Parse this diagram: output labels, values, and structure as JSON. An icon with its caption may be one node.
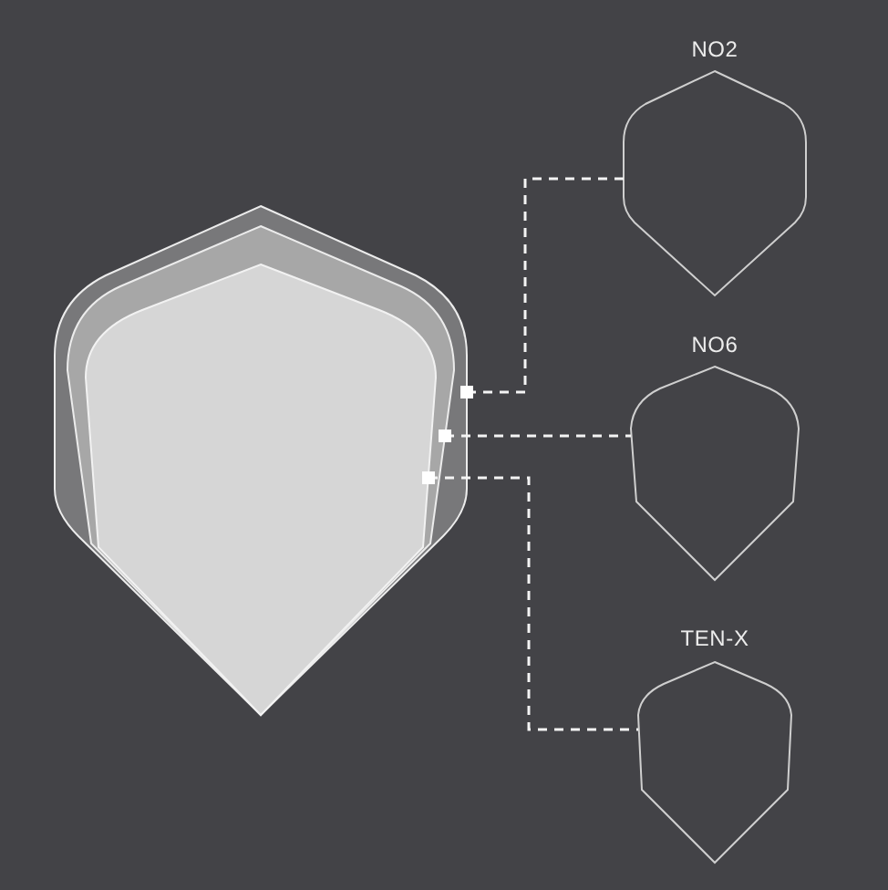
{
  "diagram": {
    "nodes": [
      {
        "text": [],
        "shape": "shield"
      },
      {
        "text": [],
        "shape": "shield",
        "in": 0
      },
      {
        "text": [],
        "shape": "shield",
        "in": 1
      },
      {
        "text": [
          "NO2"
        ]
      },
      {
        "text": [
          "NO6"
        ]
      },
      {
        "text": [
          "TEN-X"
        ]
      }
    ],
    "edges": [
      {
        "from": 0,
        "to": 3,
        "arrow": "other",
        "style": "dashed"
      },
      {
        "from": 1,
        "to": 4,
        "arrow": "other",
        "style": "dashed"
      },
      {
        "from": 2,
        "to": 5,
        "arrow": "other",
        "style": "dashed"
      }
    ]
  }
}
